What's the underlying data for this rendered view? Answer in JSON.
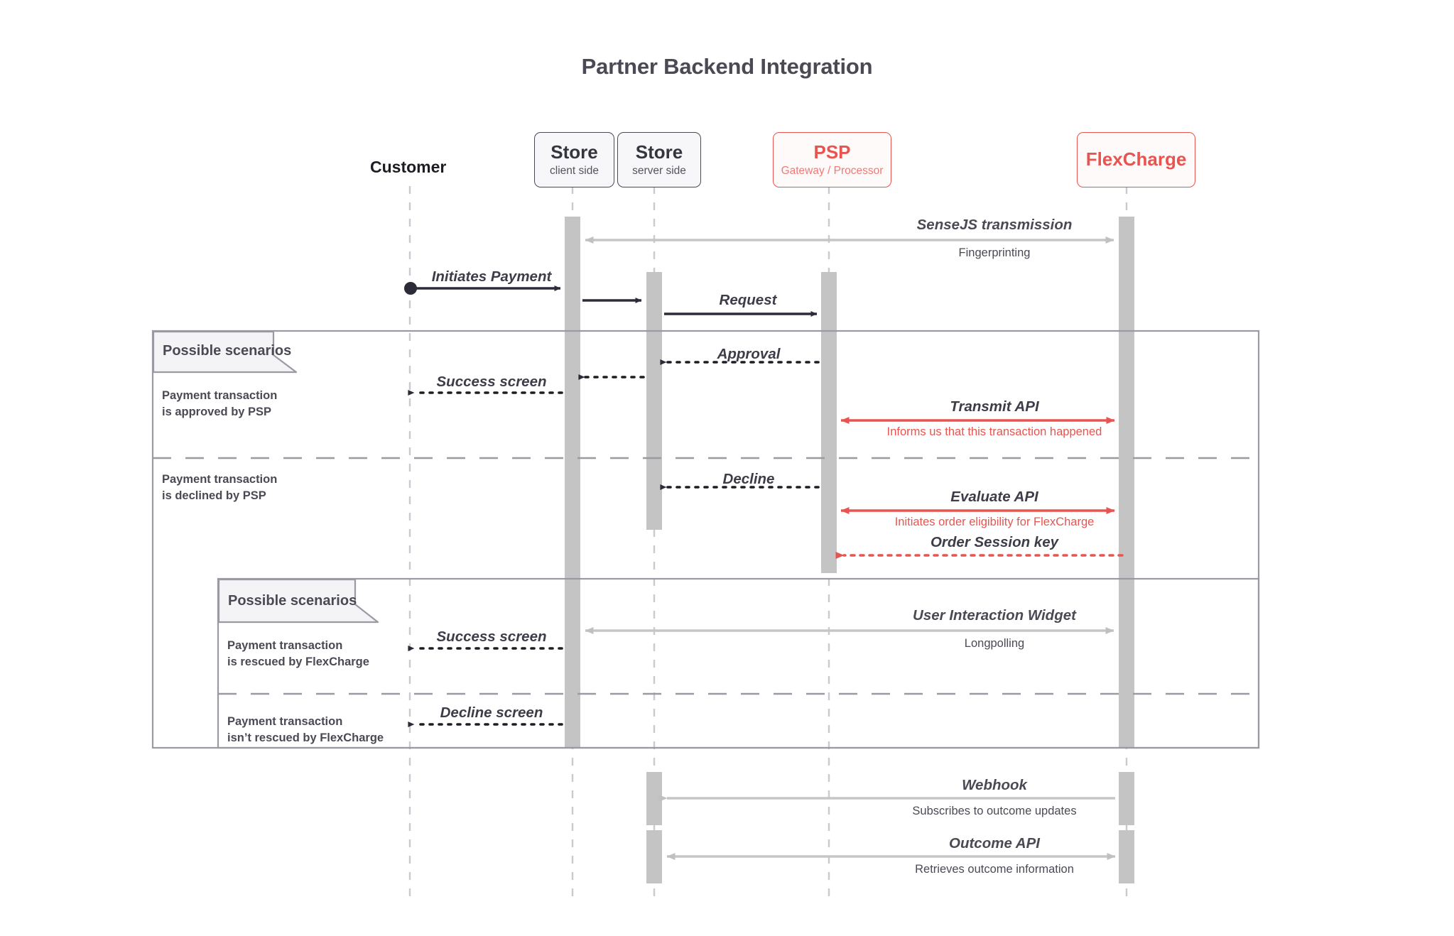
{
  "title": "Partner Backend Integration",
  "colors": {
    "accent_red": "#e8544f",
    "dark_text": "#3d3d49",
    "gray_arrow": "#c6c6c6",
    "activation_bar": "#c4c4c4",
    "frame_border": "#9a9aa2"
  },
  "participants": [
    {
      "id": "customer",
      "name": "Customer",
      "sub": "",
      "style": "plain"
    },
    {
      "id": "store-client",
      "name": "Store",
      "sub": "client side",
      "style": "box"
    },
    {
      "id": "store-server",
      "name": "Store",
      "sub": "server side",
      "style": "box"
    },
    {
      "id": "psp",
      "name": "PSP",
      "sub": "Gateway / Processor",
      "style": "box-accent"
    },
    {
      "id": "flexcharge",
      "name": "FlexCharge",
      "sub": "",
      "style": "box-accent"
    }
  ],
  "frames": [
    {
      "id": "outer-scenarios",
      "tag": "Possible scenarios"
    },
    {
      "id": "inner-scenarios",
      "tag": "Possible scenarios"
    }
  ],
  "scenario_notes": [
    {
      "id": "approved",
      "line1": "Payment transaction",
      "line2": "is approved by PSP"
    },
    {
      "id": "declined",
      "line1": "Payment transaction",
      "line2": "is declined by PSP"
    },
    {
      "id": "rescued",
      "line1": "Payment transaction",
      "line2": "is rescued by FlexCharge"
    },
    {
      "id": "not-rescued",
      "line1": "Payment transaction",
      "line2": "isn’t rescued by FlexCharge"
    }
  ],
  "messages": [
    {
      "id": "sensejs",
      "label": "SenseJS transmission",
      "sub": "Fingerprinting",
      "color": "gray",
      "arrow": "double",
      "line": "solid"
    },
    {
      "id": "initiates",
      "label": "Initiates Payment",
      "sub": "",
      "color": "dark",
      "arrow": "right-ball",
      "line": "solid"
    },
    {
      "id": "client-server",
      "label": "",
      "sub": "",
      "color": "dark",
      "arrow": "right",
      "line": "solid"
    },
    {
      "id": "request",
      "label": "Request",
      "sub": "",
      "color": "dark",
      "arrow": "right",
      "line": "solid"
    },
    {
      "id": "approval",
      "label": "Approval",
      "sub": "",
      "color": "dark",
      "arrow": "left",
      "line": "dotted"
    },
    {
      "id": "success-screen-1",
      "label": "Success screen",
      "sub": "",
      "color": "dark",
      "arrow": "left",
      "line": "dotted"
    },
    {
      "id": "transmit-api",
      "label": "Transmit API",
      "sub": "Informs us that this transaction happened",
      "color": "red",
      "arrow": "double",
      "line": "solid"
    },
    {
      "id": "decline",
      "label": "Decline",
      "sub": "",
      "color": "dark",
      "arrow": "left",
      "line": "dotted"
    },
    {
      "id": "evaluate-api",
      "label": "Evaluate API",
      "sub": "Initiates order eligibility for FlexCharge",
      "color": "red",
      "arrow": "double",
      "line": "solid"
    },
    {
      "id": "order-session",
      "label": "Order Session key",
      "sub": "",
      "color": "red",
      "arrow": "left",
      "line": "dotted"
    },
    {
      "id": "uiw",
      "label": "User Interaction Widget",
      "sub": "Longpolling",
      "color": "gray",
      "arrow": "double",
      "line": "solid"
    },
    {
      "id": "success-screen-2",
      "label": "Success screen",
      "sub": "",
      "color": "dark",
      "arrow": "left",
      "line": "dotted"
    },
    {
      "id": "decline-screen",
      "label": "Decline screen",
      "sub": "",
      "color": "dark",
      "arrow": "left",
      "line": "dotted"
    },
    {
      "id": "webhook",
      "label": "Webhook",
      "sub": "Subscribes to outcome updates",
      "color": "gray",
      "arrow": "left",
      "line": "solid"
    },
    {
      "id": "outcome-api",
      "label": "Outcome API",
      "sub": "Retrieves outcome information",
      "color": "gray",
      "arrow": "double",
      "line": "solid"
    }
  ]
}
